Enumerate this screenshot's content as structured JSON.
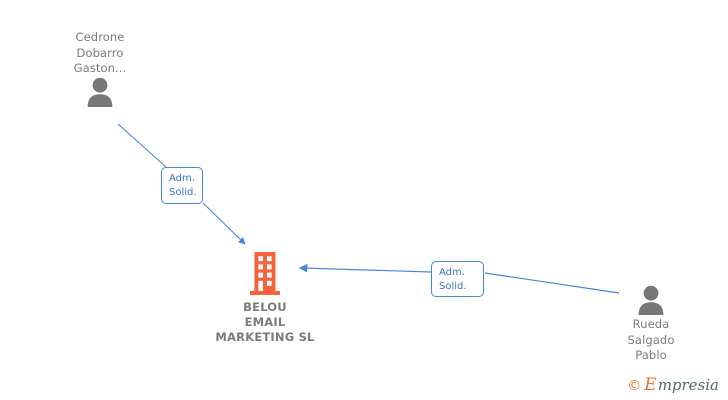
{
  "diagram": {
    "type": "corporate-relationship-graph",
    "background_color": "#ffffff",
    "edge_color": "#4a86d8",
    "company_color": "#f4633a",
    "person_color": "#777777",
    "label_text_color": "#3a74c4",
    "nodes": [
      {
        "id": "person-cedrone",
        "kind": "person",
        "icon": "person-avatar-icon",
        "name_lines": [
          "Cedrone",
          "Dobarro",
          "Gaston..."
        ],
        "label_position": "above"
      },
      {
        "id": "company-belou",
        "kind": "company",
        "icon": "office-building-icon",
        "name_lines": [
          "BELOU",
          "EMAIL",
          "MARKETING SL"
        ],
        "label_position": "below"
      },
      {
        "id": "person-rueda",
        "kind": "person",
        "icon": "person-avatar-icon",
        "name_lines": [
          "Rueda",
          "Salgado",
          "Pablo"
        ],
        "label_position": "below"
      }
    ],
    "edges": [
      {
        "id": "edge-cedrone-belou",
        "from": "person-cedrone",
        "to": "company-belou",
        "label_lines": [
          "Adm.",
          "Solid."
        ],
        "arrow": "to-company"
      },
      {
        "id": "edge-rueda-belou",
        "from": "person-rueda",
        "to": "company-belou",
        "label_lines": [
          "Adm.",
          "Solid."
        ],
        "arrow": "to-company"
      }
    ]
  },
  "watermark": {
    "copyright": "©",
    "brand_initial": "E",
    "brand_rest": "mpresia"
  }
}
